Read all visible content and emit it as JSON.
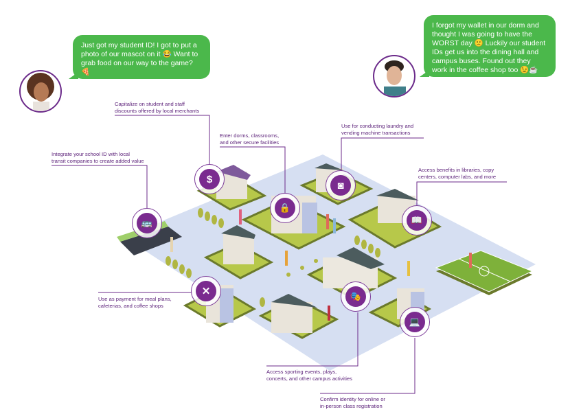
{
  "messages": [
    {
      "text": "Just got my student ID! I got to put a photo of our mascot on it 😂 Want to grab food on our way to the game? 🍕"
    },
    {
      "text": "I forgot my wallet in our dorm and thought I was going to have the WORST day 🙁 Luckily our student IDs get us into the dining hall and campus buses. Found out they work in the coffee shop too 😉☕"
    }
  ],
  "callouts": {
    "discounts": [
      "Capitalize on student and staff",
      "discounts offered by local merchants"
    ],
    "secure": [
      "Enter dorms, classrooms,",
      "and other secure facilities"
    ],
    "laundry": [
      "Use for conducting laundry and",
      "vending machine transactions"
    ],
    "library": [
      "Access benefits in libraries, copy",
      "centers, computer labs, and more"
    ],
    "transit": [
      "Integrate your school ID with local",
      "transit companies to create added value"
    ],
    "meals": [
      "Use as payment for meal plans,",
      "cafeterias, and coffee shops"
    ],
    "events": [
      "Access sporting events, plays,",
      "concerts, and other campus activities"
    ],
    "registration": [
      "Confirm identity for online or",
      "in-person class registration"
    ]
  },
  "icons": {
    "discounts": "$",
    "secure": "🔒",
    "laundry": "◙",
    "library": "📖",
    "transit": "🚌",
    "meals": "✕",
    "events": "🎭",
    "registration": "💻"
  },
  "colors": {
    "accent": "#7a2b8f",
    "bubble": "#4bb84b",
    "ground": "#d6dff2",
    "lawn": "#b7c84a"
  }
}
